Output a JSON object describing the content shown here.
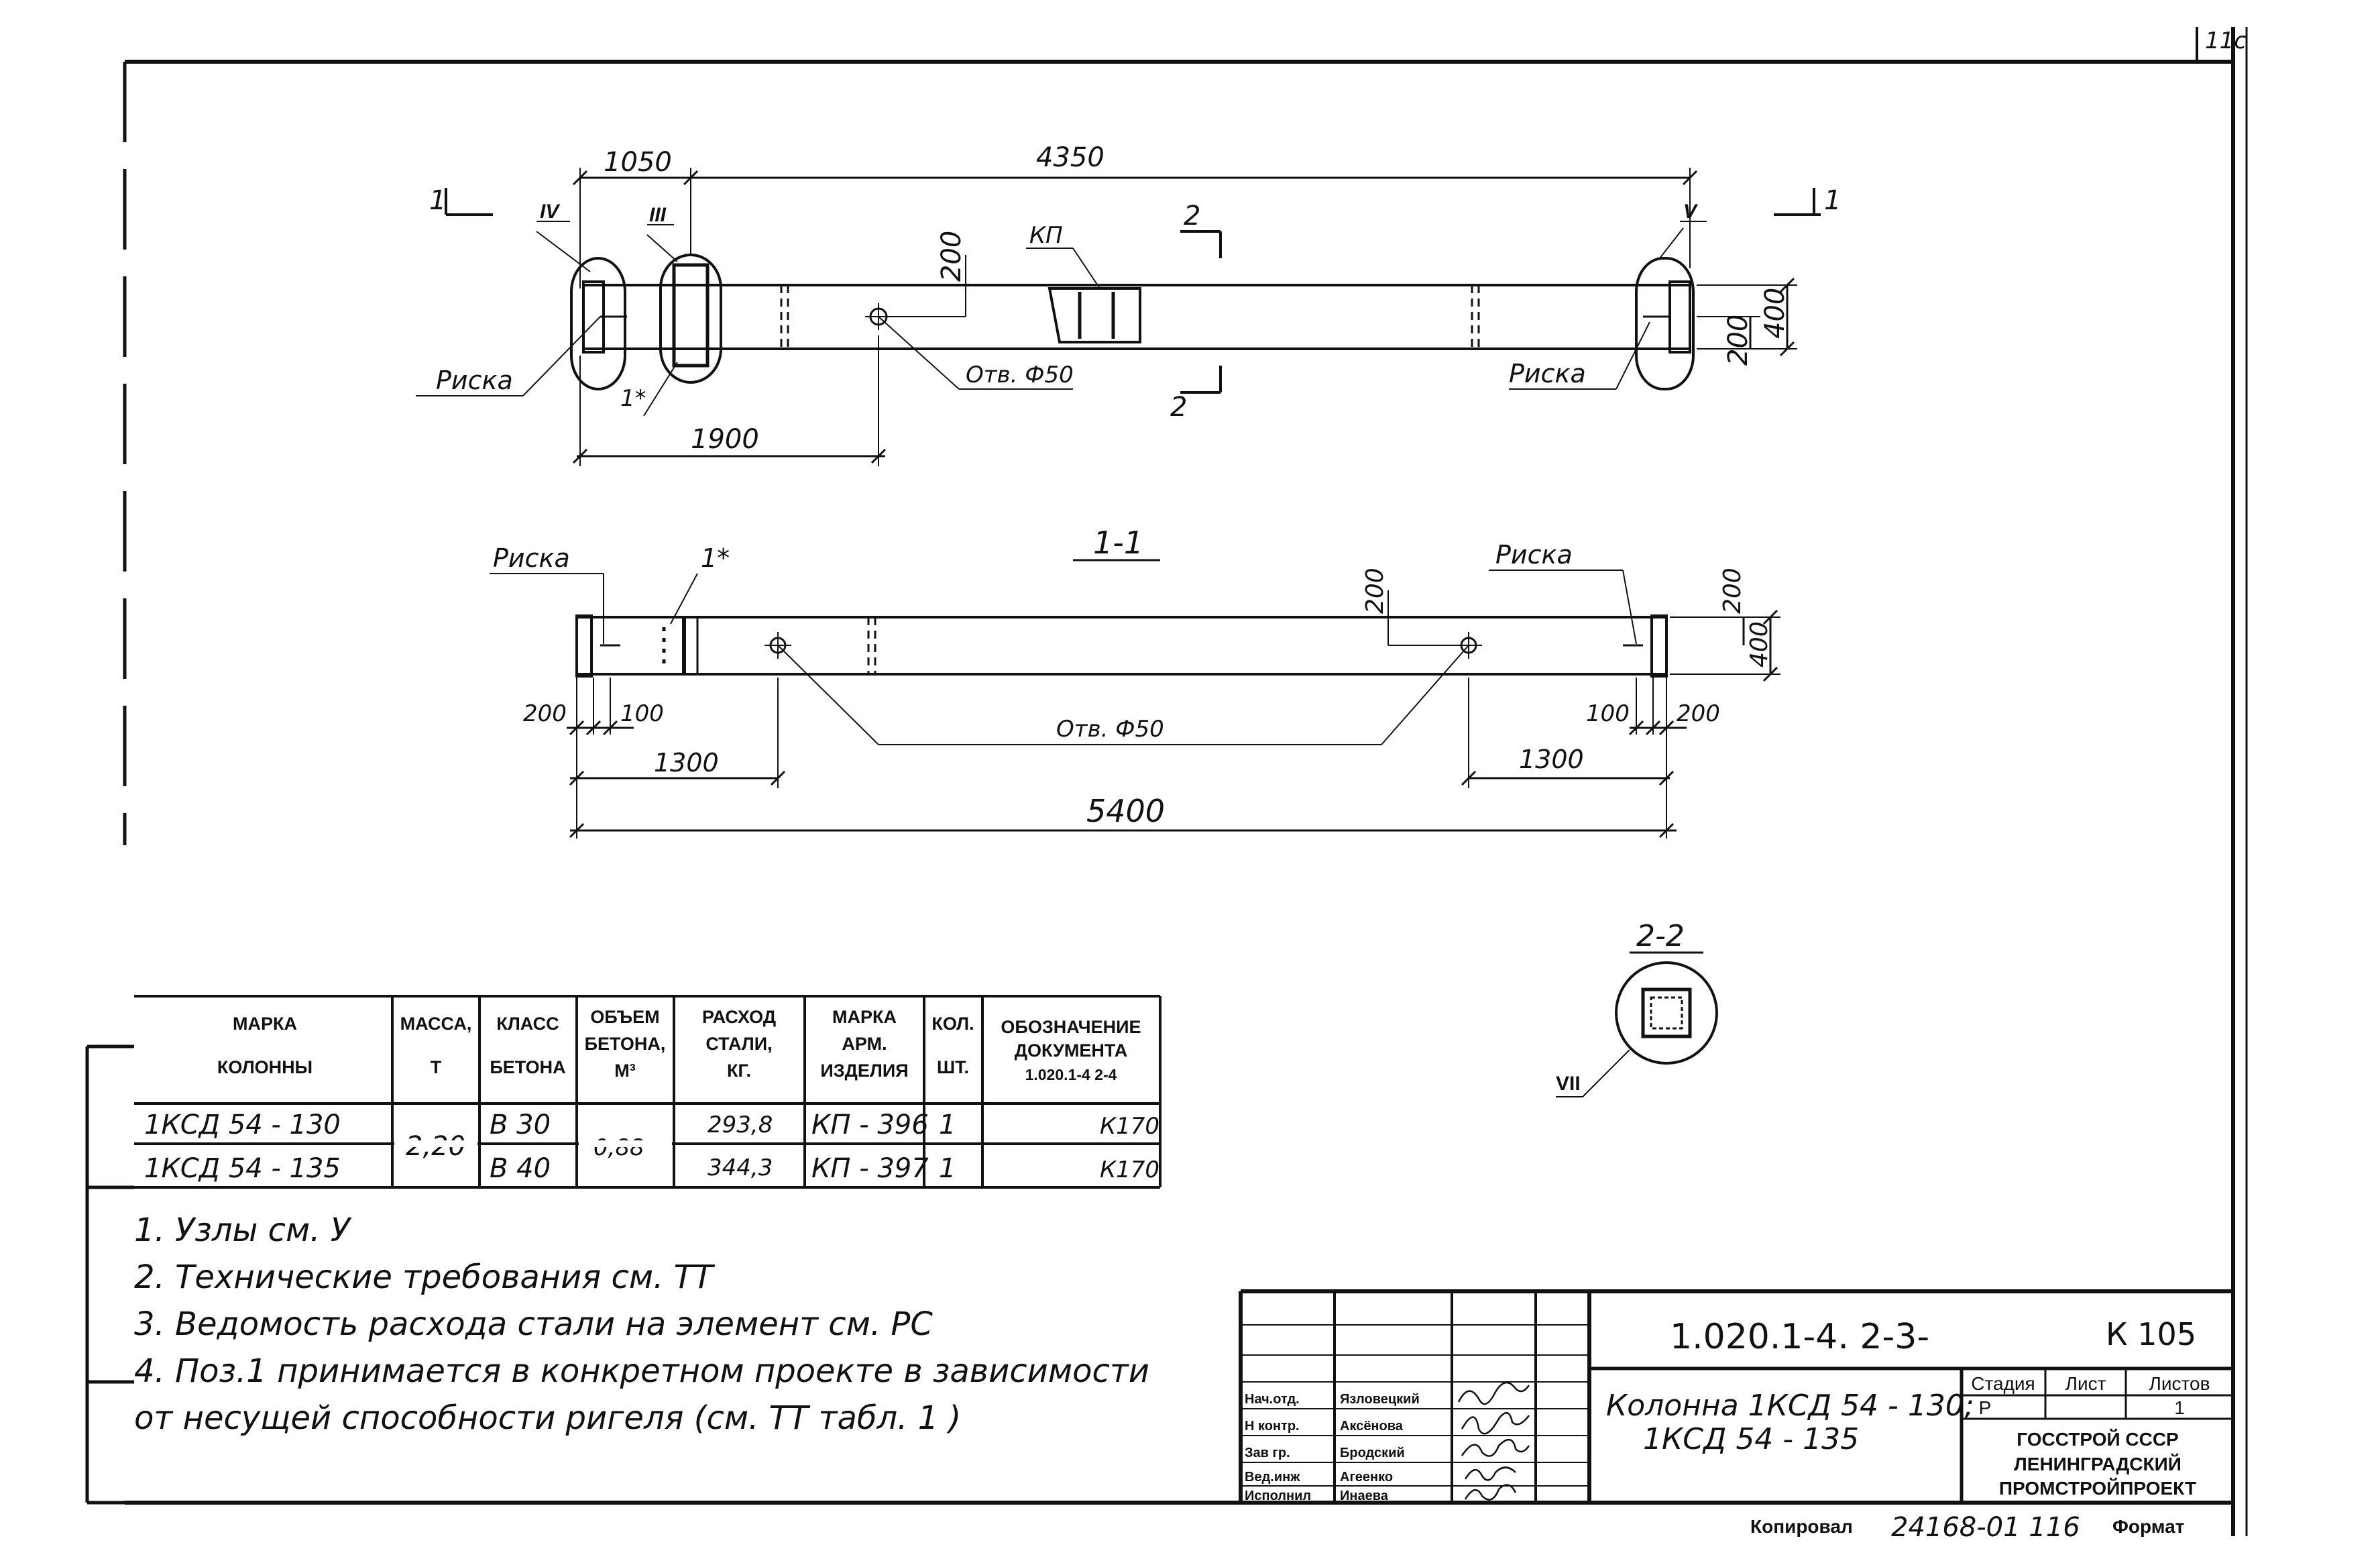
{
  "corner_mark": "11с",
  "drawing_code": "1.020.1-4. 2-3-",
  "sheet_code": "К 105",
  "plan": {
    "dims": {
      "top_left": "1050",
      "top_total": "4350",
      "bottom_left": "1900",
      "height": "400",
      "half_height": "200",
      "hole_offset": "200"
    },
    "node_labels": {
      "iv": "IV",
      "iii": "III",
      "v": "V"
    },
    "section_marks": {
      "one": "1",
      "two": "2"
    },
    "kp_label": "КП",
    "hole_label": "Отв. Ф50",
    "risk_left": "Риска",
    "risk_right": "Риска",
    "pos_label": "1*"
  },
  "section_1_1": {
    "title": "1-1",
    "risk_left": "Риска",
    "risk_right": "Риска",
    "pos_label": "1*",
    "hole_label": "Отв. Ф50",
    "dims": {
      "end_left": "200",
      "inner_left": "100",
      "span_left": "1300",
      "total": "5400",
      "span_right": "1300",
      "inner_right": "100",
      "end_right": "200",
      "height": "400",
      "half_height": "200",
      "hole_offset": "200"
    }
  },
  "section_2_2": {
    "title": "2-2",
    "node": "VII"
  },
  "spec_table": {
    "headers": [
      [
        "МАРКА",
        "КОЛОННЫ"
      ],
      [
        "МАССА,",
        "Т"
      ],
      [
        "КЛАСС",
        "БЕТОНА"
      ],
      [
        "ОБЪЕМ",
        "БЕТОНА,",
        "М³"
      ],
      [
        "РАСХОД",
        "СТАЛИ,",
        "КГ."
      ],
      [
        "МАРКА",
        "АРМ.",
        "ИЗДЕЛИЯ"
      ],
      [
        "КОЛ.",
        "ШТ."
      ],
      [
        "ОБОЗНАЧЕНИЕ",
        "ДОКУМЕНТА",
        "1.020.1-4 2-4"
      ]
    ],
    "rows": [
      {
        "mark": "1КСД 54 - 130",
        "class": "В 30",
        "steel": "293,8",
        "arm": "КП - 396",
        "qty": "1",
        "doc": "К170"
      },
      {
        "mark": "1КСД 54 - 135",
        "class": "В 40",
        "steel": "344,3",
        "arm": "КП - 397",
        "qty": "1",
        "doc": "К170"
      }
    ],
    "mass_shared": "2,20",
    "volume_shared": "0,88"
  },
  "notes": [
    "1. Узлы см. У",
    "2. Технические требования см. ТТ",
    "3. Ведомость расхода стали на элемент см. РС",
    "4. Поз.1 принимается в конкретном проекте в зависимости",
    "от несущей способности ригеля (см. ТТ табл. 1 )"
  ],
  "title_block": {
    "roles": [
      "Нач.отд.",
      "Н контр.",
      "Зав гр.",
      "Вед.инж",
      "Исполнил"
    ],
    "names": [
      "Язловецкий",
      "Аксёнова",
      "Бродский",
      "Агеенко",
      "Инаева"
    ],
    "title_line1": "Колонна 1КСД 54 - 130;",
    "title_line2": "1КСД 54 - 135",
    "stage_header": "Стадия",
    "sheet_header": "Лист",
    "sheets_header": "Листов",
    "stage_value": "Р",
    "sheets_value": "1",
    "org_line1": "ГОССТРОЙ СССР",
    "org_line2": "ЛЕНИНГРАДСКИЙ",
    "org_line3": "ПРОМСТРОЙПРОЕКТ"
  },
  "footer": {
    "copied": "Копировал",
    "archive_no": "24168-01 116",
    "format": "Формат"
  }
}
